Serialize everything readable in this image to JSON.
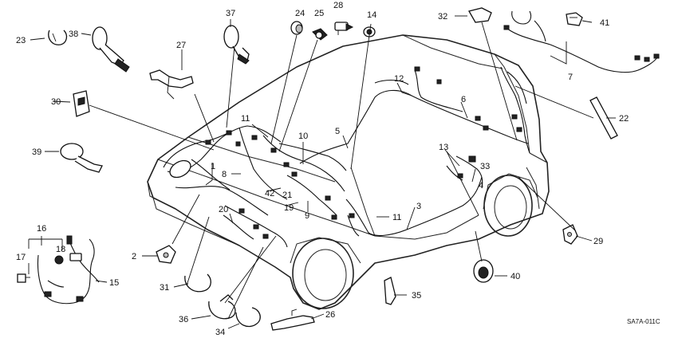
{
  "diagram": {
    "drawing_code": "SA7A-011C",
    "callouts": [
      {
        "key": "c1",
        "text": "1"
      },
      {
        "key": "c2",
        "text": "2"
      },
      {
        "key": "c3",
        "text": "3"
      },
      {
        "key": "c4",
        "text": "4"
      },
      {
        "key": "c5",
        "text": "5"
      },
      {
        "key": "c6",
        "text": "6"
      },
      {
        "key": "c7",
        "text": "7"
      },
      {
        "key": "c8",
        "text": "8"
      },
      {
        "key": "c9",
        "text": "9"
      },
      {
        "key": "c10",
        "text": "10"
      },
      {
        "key": "c11a",
        "text": "11"
      },
      {
        "key": "c11b",
        "text": "11"
      },
      {
        "key": "c12",
        "text": "12"
      },
      {
        "key": "c13",
        "text": "13"
      },
      {
        "key": "c14",
        "text": "14"
      },
      {
        "key": "c15",
        "text": "15"
      },
      {
        "key": "c16",
        "text": "16"
      },
      {
        "key": "c17",
        "text": "17"
      },
      {
        "key": "c18",
        "text": "18"
      },
      {
        "key": "c19",
        "text": "19"
      },
      {
        "key": "c20",
        "text": "20"
      },
      {
        "key": "c21",
        "text": "21"
      },
      {
        "key": "c22",
        "text": "22"
      },
      {
        "key": "c23",
        "text": "23"
      },
      {
        "key": "c24",
        "text": "24"
      },
      {
        "key": "c25",
        "text": "25"
      },
      {
        "key": "c26",
        "text": "26"
      },
      {
        "key": "c27",
        "text": "27"
      },
      {
        "key": "c28",
        "text": "28"
      },
      {
        "key": "c29",
        "text": "29"
      },
      {
        "key": "c30",
        "text": "30"
      },
      {
        "key": "c31",
        "text": "31"
      },
      {
        "key": "c32",
        "text": "32"
      },
      {
        "key": "c33",
        "text": "33"
      },
      {
        "key": "c34",
        "text": "34"
      },
      {
        "key": "c35",
        "text": "35"
      },
      {
        "key": "c36",
        "text": "36"
      },
      {
        "key": "c37",
        "text": "37"
      },
      {
        "key": "c38",
        "text": "38"
      },
      {
        "key": "c39",
        "text": "39"
      },
      {
        "key": "c40",
        "text": "40"
      },
      {
        "key": "c41",
        "text": "41"
      },
      {
        "key": "c42",
        "text": "42"
      }
    ]
  }
}
